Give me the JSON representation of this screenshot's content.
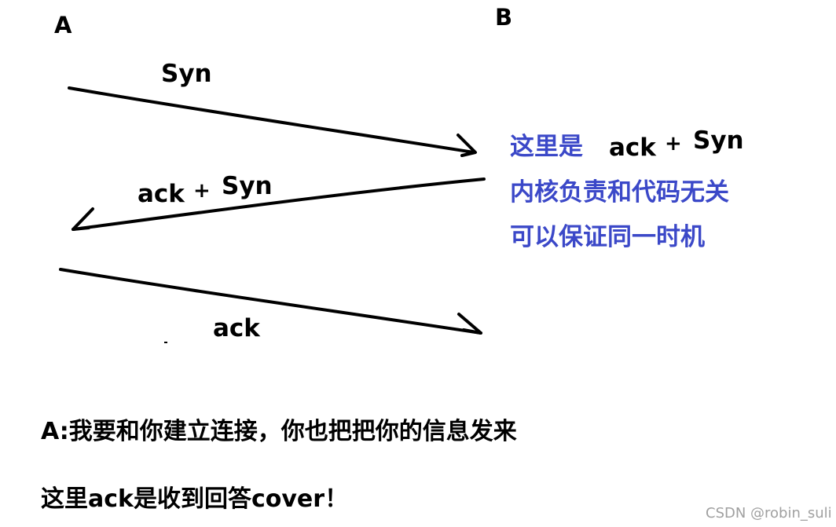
{
  "nodes": {
    "a": "A",
    "b": "B"
  },
  "messages": {
    "first": "Syn",
    "second_ack": "ack",
    "second_plus": "+",
    "second_syn": "Syn",
    "third": "ack"
  },
  "note": {
    "line1_prefix": "这里是",
    "line1_ack": "ack",
    "line1_plus": "+",
    "line1_syn": "Syn",
    "line2": "内核负责和代码无关",
    "line3": "可以保证同一时机"
  },
  "captions": {
    "line1": "A:我要和你建立连接，你也把把你的信息发来",
    "line2": "这里ack是收到回答cover！"
  },
  "watermark": "CSDN @robin_suli",
  "colors": {
    "note_blue": "#3b48c8",
    "watermark": "#a0a0a0"
  }
}
